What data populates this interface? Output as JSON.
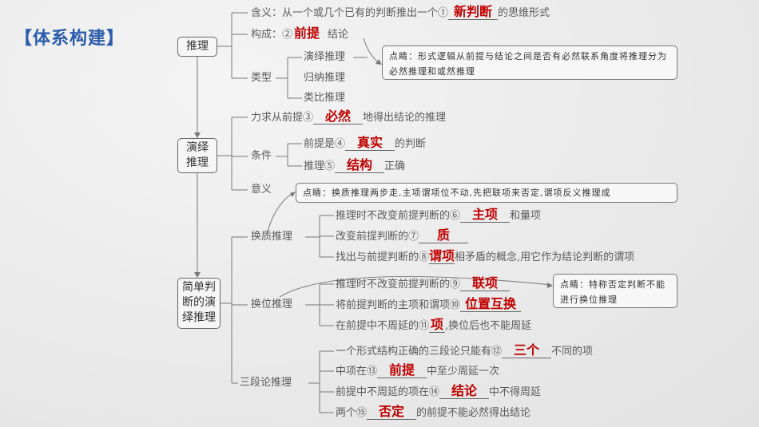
{
  "title": "【体系构建】",
  "nodes": {
    "inference": "推理",
    "deductive": [
      "演绎",
      "推理"
    ],
    "simple": [
      "简单判",
      "断的演",
      "绎推理"
    ]
  },
  "inference": {
    "meaning": {
      "pre": "含义：从一个或几个已有的判断推出一个①",
      "ans": "新判断",
      "post": "的思维形式"
    },
    "composition": {
      "pre": "构成：②",
      "ans": "前提",
      "post": "结论"
    },
    "types_label": "类型",
    "types": [
      "演绎推理",
      "归纳推理",
      "类比推理"
    ],
    "note": "点睛：形式逻辑从前提与结论之间是否有必然联系角度将推理分为必然推理和或然推理"
  },
  "deductive": {
    "def": {
      "pre": "力求从前提③",
      "ans": "必然",
      "post": "地得出结论的推理"
    },
    "cond_label": "条件",
    "cond1": {
      "pre": "前提是④",
      "ans": "真实",
      "post": "的判断"
    },
    "cond2": {
      "pre": "推理⑤",
      "ans": "结构",
      "post": "正确"
    },
    "significance_label": "意义",
    "note": "点睛：换质推理两步走,主项谓项位不动,先把联项来否定,谓项反义推理成"
  },
  "simple": {
    "obversion_label": "换质推理",
    "obversion": [
      {
        "pre": "推理时不改变前提判断的⑥",
        "ans": "主项",
        "post": "和量项"
      },
      {
        "pre": "改变前提判断的⑦",
        "ans": "质",
        "post": ""
      },
      {
        "pre": "找出与前提判断的⑧",
        "ans": "谓项",
        "post": "相矛盾的概念,用它作为结论判断的谓项"
      }
    ],
    "conversion_label": "换位推理",
    "conversion": [
      {
        "pre": "推理时不改变前提判断的⑨",
        "ans": "联项",
        "post": ""
      },
      {
        "pre": "将前提判断的主项和谓项⑩",
        "ans": "位置互换",
        "post": ""
      },
      {
        "pre": "在前提中不周延的⑪",
        "ans": "项",
        "post": ",换位后也不能周延"
      }
    ],
    "conversion_note": "点睛：特称否定判断不能进行换位推理",
    "syllogism_label": "三段论推理",
    "syllogism": [
      {
        "pre": "一个形式结构正确的三段论只能有⑫",
        "ans": "三个",
        "post": "不同的项"
      },
      {
        "pre": "中项在⑬",
        "ans": "前提",
        "post": "中至少周延一次"
      },
      {
        "pre": "前提中不周延的项在⑭",
        "ans": "结论",
        "post": "中不得周延"
      },
      {
        "pre": "两个⑮",
        "ans": "否定",
        "post": "的前提不能必然得出结论"
      }
    ]
  }
}
